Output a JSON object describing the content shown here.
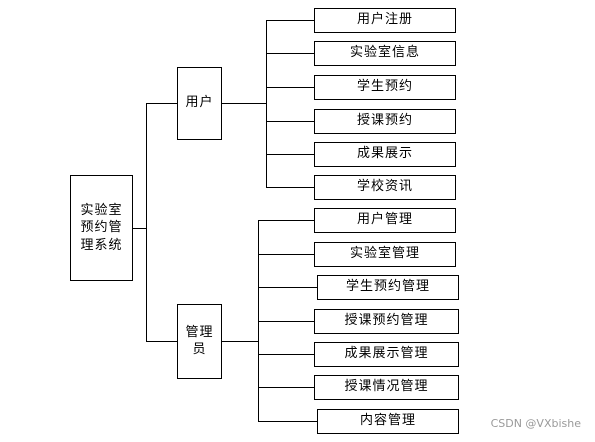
{
  "root": {
    "label": "实验室预约管理系统",
    "lines": [
      "实验室",
      "预约管",
      "理系统"
    ]
  },
  "branches": [
    {
      "label": "用户",
      "lines": [
        "用户"
      ],
      "children": [
        "用户注册",
        "实验室信息",
        "学生预约",
        "授课预约",
        "成果展示",
        "学校资讯"
      ]
    },
    {
      "label": "管理员",
      "lines": [
        "管理",
        "员"
      ],
      "children": [
        "用户管理",
        "实验室管理",
        "学生预约管理",
        "授课预约管理",
        "成果展示管理",
        "授课情况管理",
        "内容管理"
      ]
    }
  ],
  "watermark": "CSDN @VXbishe",
  "colors": {
    "line": "#000000",
    "box_border": "#000000",
    "background": "#ffffff",
    "watermark": "#9a9a9a"
  }
}
